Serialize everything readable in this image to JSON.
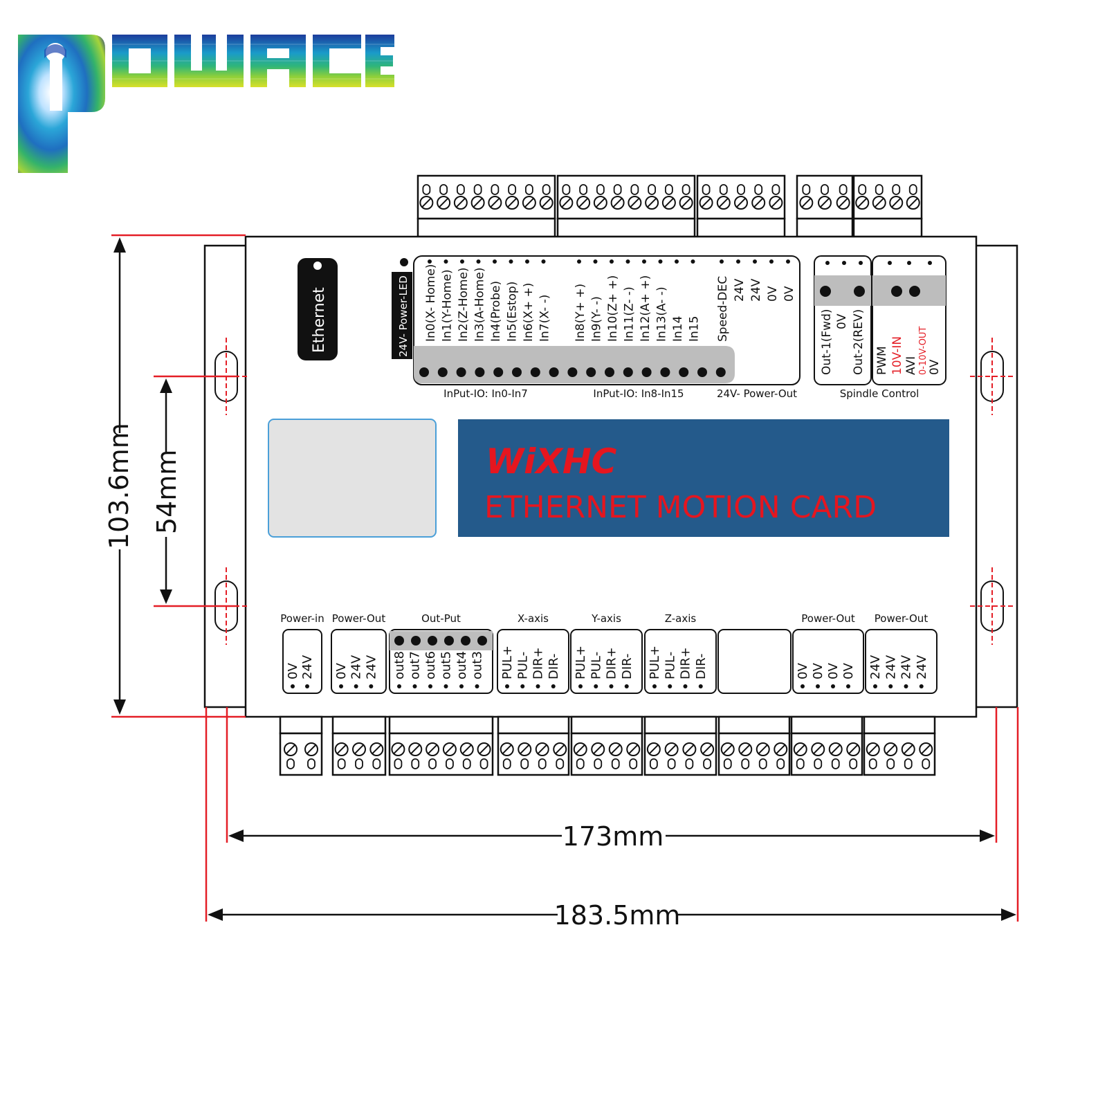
{
  "brand": {
    "name": "POWACE"
  },
  "board": {
    "ethernet_label": "Ethernet",
    "power_led_label": "24V- Power-LED",
    "inputs_a": [
      "In0(X- Home)",
      "In1(Y-Home)",
      "In2(Z-Home)",
      "In3(A-Home)",
      "In4(Probe)",
      "In5(Estop)",
      "In6(X+ +)",
      "In7(X- -)"
    ],
    "inputs_b": [
      "In8(Y+ +)",
      "In9(Y- -)",
      "In10(Z+ +)",
      "In11(Z- -)",
      "In12(A+ +)",
      "In13(A- -)",
      "In14",
      "In15"
    ],
    "power_out_top": [
      "Speed-DEC",
      "24V",
      "24V",
      "0V",
      "0V"
    ],
    "spindle_relay": [
      "Out-1(Fwd)",
      "0V",
      "Out-2(REV)"
    ],
    "spindle_analog": [
      "PWM",
      "10V-IN",
      "AVI",
      "0-10V-OUT",
      "0V"
    ],
    "group_input_a": "InPut-IO: In0-In7",
    "group_input_b": "InPut-IO: In8-In15",
    "group_power_out_top": "24V- Power-Out",
    "group_spindle": "Spindle Control",
    "card_brand": "WiXHC",
    "card_title": "ETHERNET MOTION CARD",
    "bottom_groups": [
      {
        "title": "Power-in",
        "pins": [
          "0V",
          "24V"
        ]
      },
      {
        "title": "Power-Out",
        "pins": [
          "0V",
          "24V",
          "24V"
        ]
      },
      {
        "title": "Out-Put",
        "pins": [
          "out8",
          "out7",
          "out6",
          "out5",
          "out4",
          "out3"
        ]
      },
      {
        "title": "X-axis",
        "pins": [
          "PUL+",
          "PUL-",
          "DIR+",
          "DIR-"
        ]
      },
      {
        "title": "Y-axis",
        "pins": [
          "PUL+",
          "PUL-",
          "DIR+",
          "DIR-"
        ]
      },
      {
        "title": "Z-axis",
        "pins": [
          "PUL+",
          "PUL-",
          "DIR+",
          "DIR-"
        ]
      },
      {
        "title": "",
        "pins": []
      },
      {
        "title": "Power-Out",
        "pins": [
          "0V",
          "0V",
          "0V",
          "0V"
        ]
      },
      {
        "title": "Power-Out",
        "pins": [
          "24V",
          "24V",
          "24V",
          "24V"
        ]
      }
    ]
  },
  "dimensions": {
    "height_total": "103.6mm",
    "hole_spacing_v": "54mm",
    "hole_spacing_h": "173mm",
    "width_total": "183.5mm"
  },
  "colors": {
    "card_blue": "#245a8b",
    "card_red": "#e5161f",
    "dim_red": "#e41e26",
    "strip_gray": "#bdbdbd",
    "panel_gray": "#e3e3e3",
    "panel_border": "#4a9fd8"
  }
}
